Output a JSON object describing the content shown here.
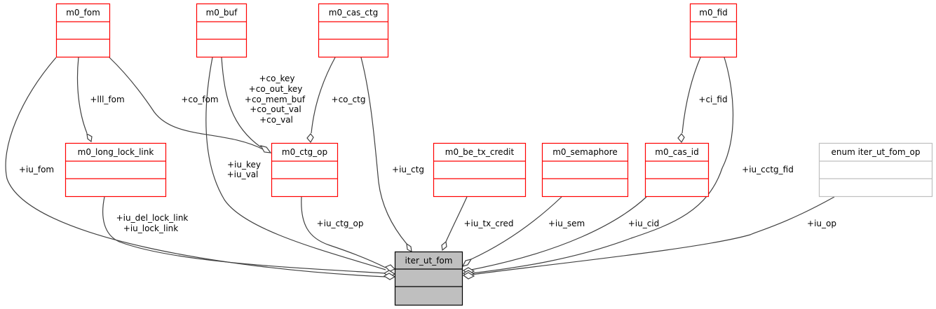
{
  "colors": {
    "node_border": "#ff0000",
    "node_border_soft": "#ff5050",
    "center_fill": "#bfbfbf",
    "center_border": "#000000",
    "enum_border": "#bfbfbf",
    "edge": "#404040"
  },
  "nodes": [
    {
      "id": "m0_fom",
      "title": "m0_fom",
      "kind": "struct"
    },
    {
      "id": "m0_buf",
      "title": "m0_buf",
      "kind": "struct"
    },
    {
      "id": "m0_cas_ctg",
      "title": "m0_cas_ctg",
      "kind": "struct"
    },
    {
      "id": "m0_fid",
      "title": "m0_fid",
      "kind": "struct"
    },
    {
      "id": "m0_long_lock_link",
      "title": "m0_long_lock_link",
      "kind": "struct"
    },
    {
      "id": "m0_ctg_op",
      "title": "m0_ctg_op",
      "kind": "struct"
    },
    {
      "id": "m0_be_tx_credit",
      "title": "m0_be_tx_credit",
      "kind": "struct"
    },
    {
      "id": "m0_semaphore",
      "title": "m0_semaphore",
      "kind": "struct"
    },
    {
      "id": "m0_cas_id",
      "title": "m0_cas_id",
      "kind": "struct"
    },
    {
      "id": "iter_ut_fom_op",
      "title": "enum iter_ut_fom_op",
      "kind": "enum"
    },
    {
      "id": "iter_ut_fom",
      "title": "iter_ut_fom",
      "kind": "center"
    }
  ],
  "edges": [
    {
      "from": "m0_fom",
      "to": "m0_long_lock_link",
      "labels": [
        "+lll_fom"
      ]
    },
    {
      "from": "m0_fom",
      "to": "m0_ctg_op",
      "labels": [
        "+co_fom"
      ]
    },
    {
      "from": "m0_buf",
      "to": "m0_ctg_op",
      "labels": [
        "+co_key",
        "+co_out_key",
        "+co_mem_buf",
        "+co_out_val",
        "+co_val"
      ]
    },
    {
      "from": "m0_cas_ctg",
      "to": "m0_ctg_op",
      "labels": [
        "+co_ctg"
      ]
    },
    {
      "from": "m0_fid",
      "to": "m0_cas_id",
      "labels": [
        "+ci_fid"
      ]
    },
    {
      "from": "m0_fom",
      "to": "iter_ut_fom",
      "labels": [
        "+iu_fom"
      ]
    },
    {
      "from": "m0_long_lock_link",
      "to": "iter_ut_fom",
      "labels": [
        "+iu_del_lock_link",
        "+iu_lock_link"
      ]
    },
    {
      "from": "m0_buf",
      "to": "iter_ut_fom",
      "labels": [
        "+iu_key",
        "+iu_val"
      ]
    },
    {
      "from": "m0_ctg_op",
      "to": "iter_ut_fom",
      "labels": [
        "+iu_ctg_op"
      ]
    },
    {
      "from": "m0_cas_ctg",
      "to": "iter_ut_fom",
      "labels": [
        "+iu_ctg"
      ]
    },
    {
      "from": "m0_be_tx_credit",
      "to": "iter_ut_fom",
      "labels": [
        "+iu_tx_cred"
      ]
    },
    {
      "from": "m0_semaphore",
      "to": "iter_ut_fom",
      "labels": [
        "+iu_sem"
      ]
    },
    {
      "from": "m0_cas_id",
      "to": "iter_ut_fom",
      "labels": [
        "+iu_cid"
      ]
    },
    {
      "from": "m0_fid",
      "to": "iter_ut_fom",
      "labels": [
        "+iu_cctg_fid"
      ]
    },
    {
      "from": "iter_ut_fom_op",
      "to": "iter_ut_fom",
      "labels": [
        "+iu_op"
      ]
    }
  ]
}
